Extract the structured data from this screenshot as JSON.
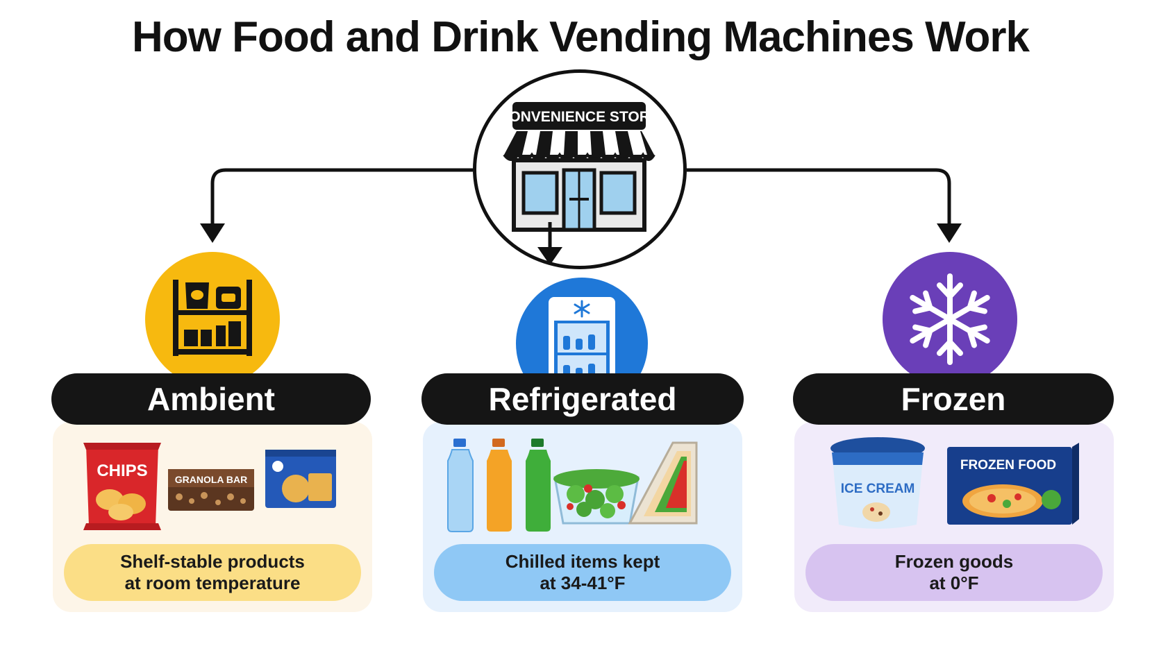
{
  "title": "How Food and Drink Vending Machines Work",
  "source": {
    "sign": "CONVENIENCE STORE"
  },
  "categories": [
    {
      "name": "Ambient",
      "icon": "pantry-shelf-icon",
      "icon_color": "#F7B90F",
      "panel_color": "#FDF5E8",
      "desc_color": "#FBDE86",
      "items": {
        "chips": "CHIPS",
        "granola": "GRANOLA BAR"
      },
      "desc_line1": "Shelf-stable products",
      "desc_line2": "at room temperature"
    },
    {
      "name": "Refrigerated",
      "icon": "fridge-icon",
      "icon_color": "#1F78D8",
      "panel_color": "#E6F1FD",
      "desc_color": "#8FC8F5",
      "desc_line1": "Chilled items kept",
      "desc_line2": "at 34-41°F"
    },
    {
      "name": "Frozen",
      "icon": "snowflake-icon",
      "icon_color": "#6A3FB8",
      "panel_color": "#F1EBFA",
      "desc_color": "#D7C3F0",
      "items": {
        "ice_cream": "ICE CREAM",
        "frozen_food": "FROZEN FOOD"
      },
      "desc_line1": "Frozen goods",
      "desc_line2": "at 0°F"
    }
  ]
}
